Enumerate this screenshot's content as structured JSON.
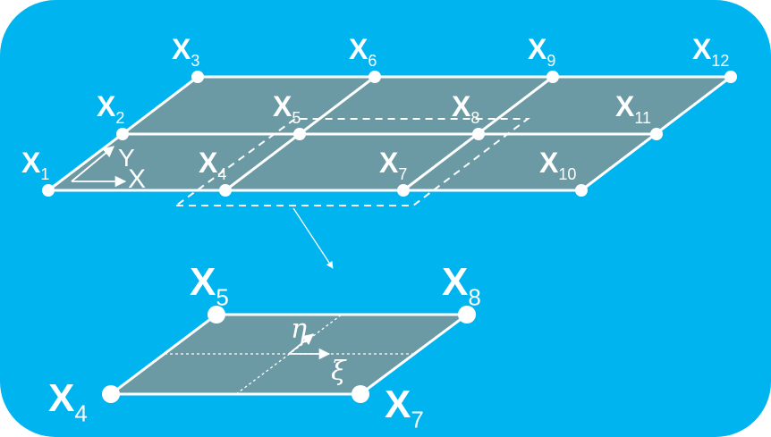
{
  "colors": {
    "background": "#00b4f0",
    "panel": "#6b9aa4",
    "line": "#ffffff",
    "node": "#ffffff"
  },
  "nodes": [
    {
      "id": "x1",
      "letter": "X",
      "sub": "1"
    },
    {
      "id": "x2",
      "letter": "X",
      "sub": "2"
    },
    {
      "id": "x3",
      "letter": "X",
      "sub": "3"
    },
    {
      "id": "x4",
      "letter": "X",
      "sub": "4"
    },
    {
      "id": "x5",
      "letter": "X",
      "sub": "5"
    },
    {
      "id": "x6",
      "letter": "X",
      "sub": "6"
    },
    {
      "id": "x7",
      "letter": "X",
      "sub": "7"
    },
    {
      "id": "x8",
      "letter": "X",
      "sub": "8"
    },
    {
      "id": "x9",
      "letter": "X",
      "sub": "9"
    },
    {
      "id": "x10",
      "letter": "X",
      "sub": "10"
    },
    {
      "id": "x11",
      "letter": "X",
      "sub": "11"
    },
    {
      "id": "x12",
      "letter": "X",
      "sub": "12"
    }
  ],
  "element": {
    "nodes": [
      {
        "id": "x5",
        "letter": "X",
        "sub": "5"
      },
      {
        "id": "x8",
        "letter": "X",
        "sub": "8"
      },
      {
        "id": "x4",
        "letter": "X",
        "sub": "4"
      },
      {
        "id": "x7",
        "letter": "X",
        "sub": "7"
      }
    ],
    "local_axes": {
      "xi": "ξ",
      "eta": "η"
    }
  },
  "global_axes": {
    "x": "X",
    "y": "Y"
  }
}
